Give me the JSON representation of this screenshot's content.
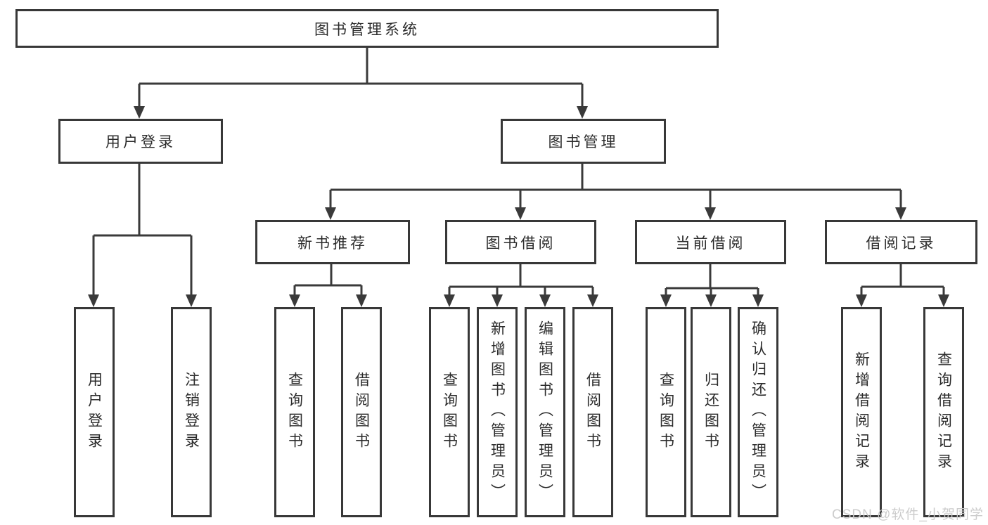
{
  "tree": {
    "label": "图书管理系统",
    "children": [
      {
        "label": "用户登录",
        "children": [
          {
            "label": "用户登录"
          },
          {
            "label": "注销登录"
          }
        ]
      },
      {
        "label": "图书管理",
        "children": [
          {
            "label": "新书推荐",
            "children": [
              {
                "label": "查询图书"
              },
              {
                "label": "借阅图书"
              }
            ]
          },
          {
            "label": "图书借阅",
            "children": [
              {
                "label": "查询图书"
              },
              {
                "label": "新增图书（管理员）"
              },
              {
                "label": "编辑图书（管理员）"
              },
              {
                "label": "借阅图书"
              }
            ]
          },
          {
            "label": "当前借阅",
            "children": [
              {
                "label": "查询图书"
              },
              {
                "label": "归还图书"
              },
              {
                "label": "确认归还（管理员）"
              }
            ]
          },
          {
            "label": "借阅记录",
            "children": [
              {
                "label": "新增借阅记录"
              },
              {
                "label": "查询借阅记录"
              }
            ]
          }
        ]
      }
    ]
  },
  "watermark": {
    "text": "CSDN @软件_小贺同学"
  },
  "colors": {
    "line": "#3a3a3a",
    "border": "#383838",
    "text": "#2b2b2b",
    "background": "#ffffff",
    "watermark": "#c9c9c9"
  }
}
